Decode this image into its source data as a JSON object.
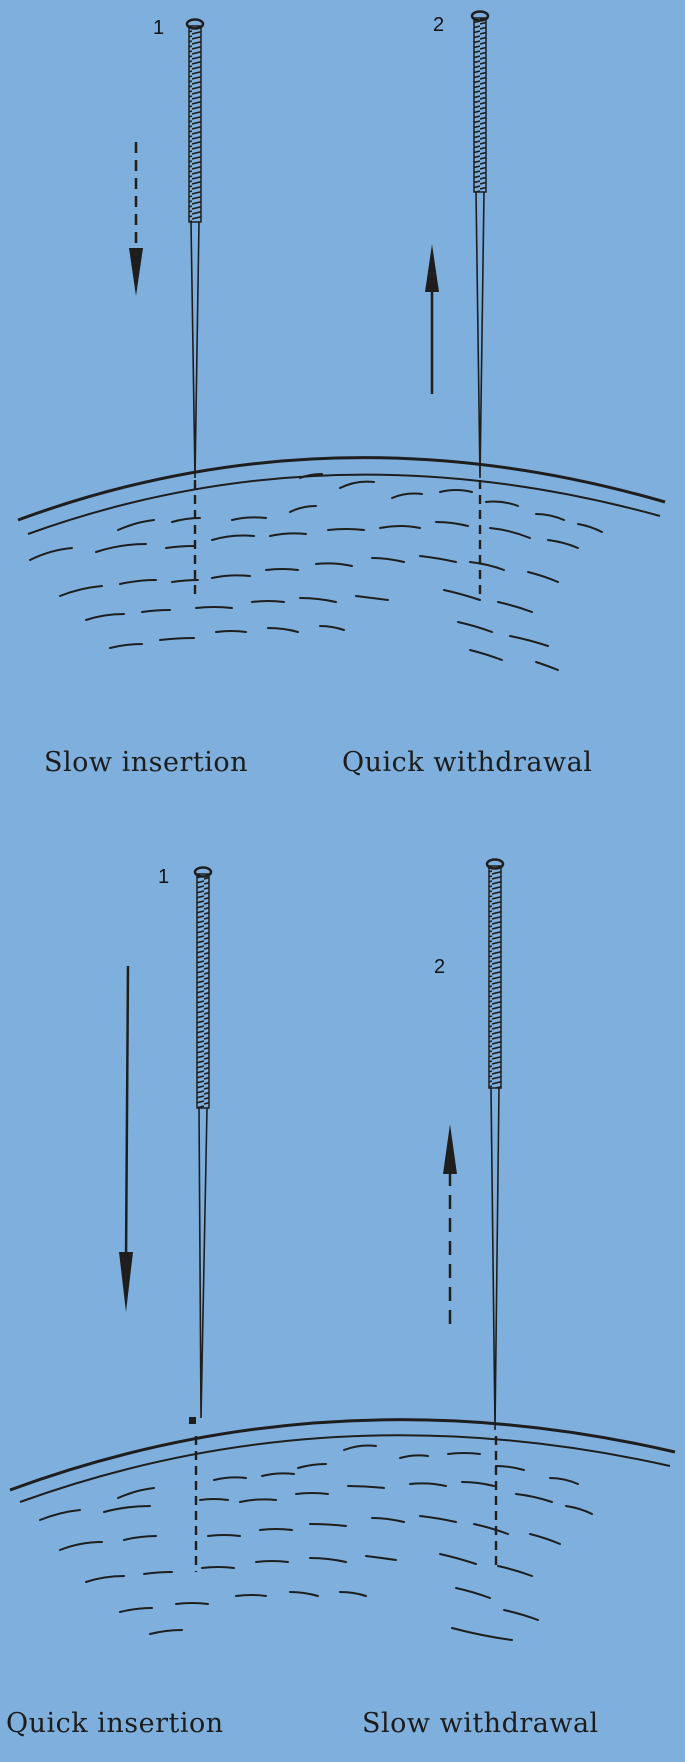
{
  "panels": [
    {
      "needle_1_label": "1",
      "needle_2_label": "2",
      "caption_left": "Slow insertion",
      "caption_right": "Quick withdrawal"
    },
    {
      "needle_1_label": "1",
      "needle_2_label": "2",
      "caption_left": "Quick insertion",
      "caption_right": "Slow withdrawal"
    }
  ],
  "colors": {
    "background": "#7fb0dd",
    "ink": "#1e1e1e"
  }
}
